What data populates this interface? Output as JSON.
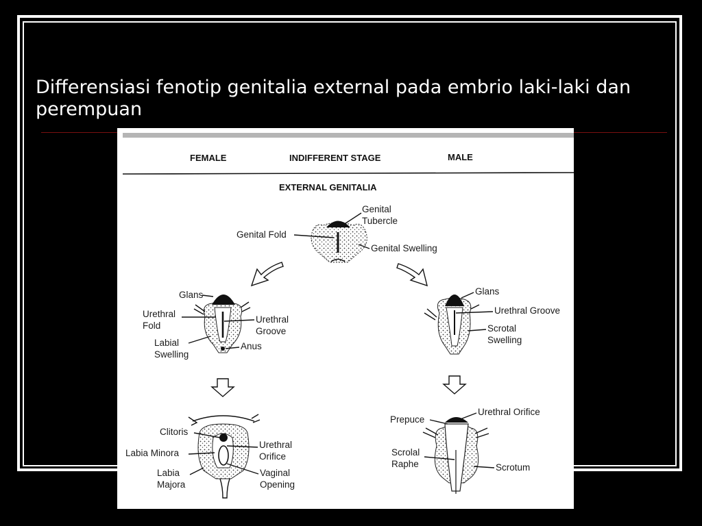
{
  "slide": {
    "title": "Differensiasi fenotip genitalia external pada embrio laki-laki dan perempuan"
  },
  "figure": {
    "headers": {
      "female": "FEMALE",
      "indifferent": "INDIFFERENT STAGE",
      "male": "MALE"
    },
    "section": "EXTERNAL GENITALIA",
    "indifferent_labels": {
      "tubercle_1": "Genital",
      "tubercle_2": "Tubercle",
      "fold": "Genital Fold",
      "swelling": "Genital Swelling"
    },
    "female_mid_labels": {
      "glans": "Glans",
      "urethral_fold_1": "Urethral",
      "urethral_fold_2": "Fold",
      "urethral_groove_1": "Urethral",
      "urethral_groove_2": "Groove",
      "labial_1": "Labial",
      "labial_2": "Swelling",
      "anus": "Anus"
    },
    "male_mid_labels": {
      "glans": "Glans",
      "urethral_groove": "Urethral Groove",
      "scrotal_1": "Scrotal",
      "scrotal_2": "Swelling"
    },
    "female_final_labels": {
      "clitoris": "Clitoris",
      "labia_minora": "Labia Minora",
      "labia_majora_1": "Labia",
      "labia_majora_2": "Majora",
      "urethral_orifice_1": "Urethral",
      "urethral_orifice_2": "Orifice",
      "vaginal_1": "Vaginal",
      "vaginal_2": "Opening"
    },
    "male_final_labels": {
      "prepuce": "Prepuce",
      "urethral_orifice": "Urethral Orifice",
      "raphe_1": "Scrolal",
      "raphe_2": "Raphe",
      "scrotum": "Scrotum"
    }
  }
}
